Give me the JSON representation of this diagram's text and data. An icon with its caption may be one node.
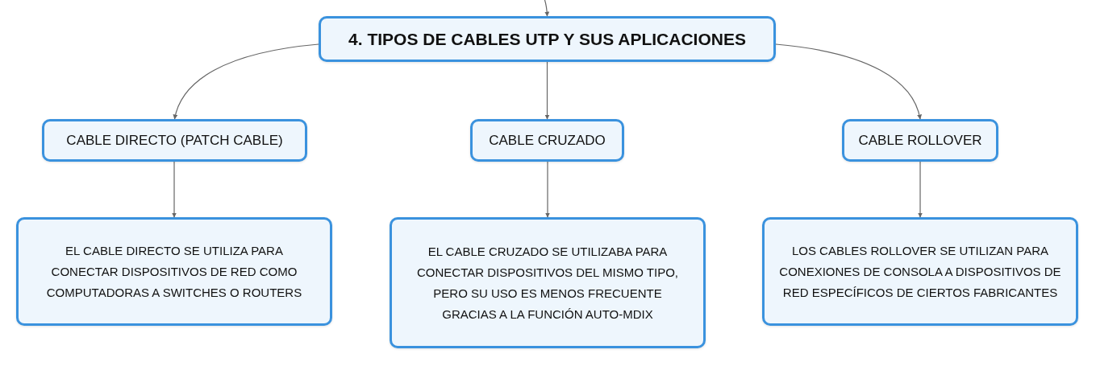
{
  "diagram": {
    "nodes": [
      {
        "text": [
          "4. TIPOS DE CABLES UTP Y SUS APLICACIONES"
        ]
      },
      {
        "text": [
          "CABLE DIRECTO (PATCH CABLE)"
        ]
      },
      {
        "text": [
          "CABLE CRUZADO"
        ]
      },
      {
        "text": [
          "CABLE ROLLOVER"
        ]
      },
      {
        "text": [
          "EL CABLE DIRECTO SE UTILIZA PARA CONECTAR DISPOSITIVOS DE RED COMO COMPUTADORAS A SWITCHES O ROUTERS"
        ]
      },
      {
        "text": [
          "EL CABLE CRUZADO SE UTILIZABA PARA CONECTAR DISPOSITIVOS DEL MISMO TIPO, PERO SU USO ES MENOS FRECUENTE GRACIAS A LA FUNCIÓN AUTO-MDIX"
        ]
      },
      {
        "text": [
          "LOS CABLES ROLLOVER SE UTILIZAN PARA CONEXIONES DE CONSOLA A DISPOSITIVOS DE RED ESPECÍFICOS DE CIERTOS FABRICANTES"
        ]
      }
    ],
    "edges": [
      {
        "from": null,
        "to": 0,
        "arrow": "to"
      },
      {
        "from": 0,
        "to": 1,
        "arrow": "to"
      },
      {
        "from": 0,
        "to": 2,
        "arrow": "to"
      },
      {
        "from": 0,
        "to": 3,
        "arrow": "to"
      },
      {
        "from": 1,
        "to": 4,
        "arrow": "to"
      },
      {
        "from": 2,
        "to": 5,
        "arrow": "to"
      },
      {
        "from": 3,
        "to": 6,
        "arrow": "to"
      }
    ]
  }
}
